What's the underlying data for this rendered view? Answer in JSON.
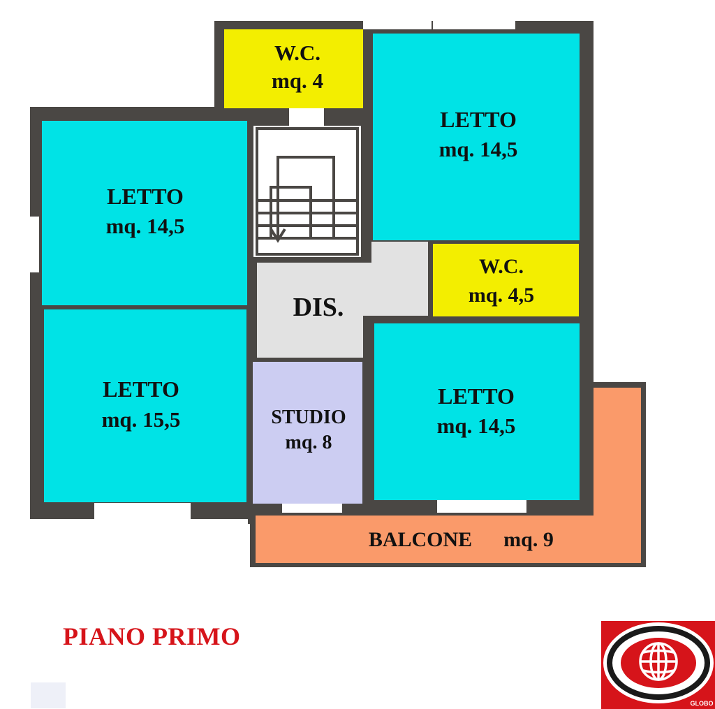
{
  "colors": {
    "wall": "#4a4744",
    "bedroom": "#00e3e6",
    "bathroom": "#f3ee00",
    "hallway": "#e2e2e2",
    "studio": "#cccdf2",
    "balcony": "#fa9a6a",
    "title": "#d6141a",
    "logo_red": "#d6141a"
  },
  "rooms": {
    "wc_top": {
      "name": "W.C.",
      "area": "mq. 4"
    },
    "letto_top_right": {
      "name": "LETTO",
      "area": "mq. 14,5"
    },
    "letto_top_left": {
      "name": "LETTO",
      "area": "mq. 14,5"
    },
    "dis": {
      "name": "DIS."
    },
    "wc_mid": {
      "name": "W.C.",
      "area": "mq. 4,5"
    },
    "letto_bottom_left": {
      "name": "LETTO",
      "area": "mq. 15,5"
    },
    "studio": {
      "name": "STUDIO",
      "area": "mq. 8"
    },
    "letto_bottom_right": {
      "name": "LETTO",
      "area": "mq. 14,5"
    },
    "balcone": {
      "name": "BALCONE",
      "area": "mq. 9"
    }
  },
  "stair_icon": "staircase-down-icon",
  "floor_label": "PIANO PRIMO",
  "logo": {
    "text": "GLOBO",
    "icon": "globe-icon"
  }
}
